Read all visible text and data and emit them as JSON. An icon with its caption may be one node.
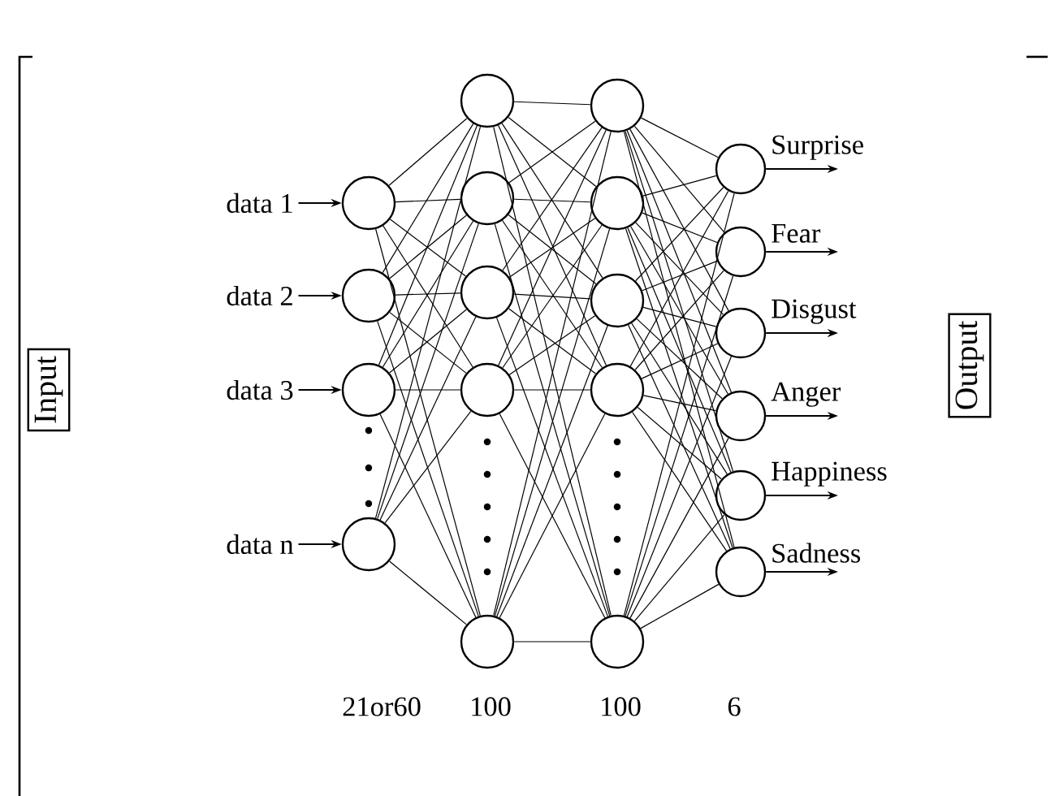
{
  "diagram": {
    "nodes": [
      {
        "text": [
          "Input"
        ]
      },
      {
        "text": [
          "data 1"
        ]
      },
      {
        "text": [
          "data 2"
        ]
      },
      {
        "text": [
          "data 3"
        ]
      },
      {
        "text": [
          "data n"
        ]
      },
      {
        "text": [],
        "shape": "circle"
      },
      {
        "text": [],
        "shape": "circle"
      },
      {
        "text": [],
        "shape": "circle"
      },
      {
        "text": [],
        "shape": "circle"
      },
      {
        "text": [],
        "shape": "circle"
      },
      {
        "text": [],
        "shape": "circle"
      },
      {
        "text": [],
        "shape": "circle"
      },
      {
        "text": [],
        "shape": "circle"
      },
      {
        "text": [],
        "shape": "circle"
      },
      {
        "text": [],
        "shape": "circle"
      },
      {
        "text": [],
        "shape": "circle"
      },
      {
        "text": [],
        "shape": "circle"
      },
      {
        "text": [],
        "shape": "circle"
      },
      {
        "text": [],
        "shape": "circle"
      },
      {
        "text": [],
        "shape": "circle",
        "beside": [
          "Surprise"
        ]
      },
      {
        "text": [],
        "shape": "circle",
        "beside": [
          "Fear"
        ]
      },
      {
        "text": [],
        "shape": "circle",
        "beside": [
          "Disgust"
        ]
      },
      {
        "text": [],
        "shape": "circle",
        "beside": [
          "Anger"
        ]
      },
      {
        "text": [],
        "shape": "circle",
        "beside": [
          "Happiness"
        ]
      },
      {
        "text": [],
        "shape": "circle",
        "beside": [
          "Sadness"
        ]
      },
      {
        "text": [
          "Output"
        ]
      }
    ],
    "edges": [
      {
        "from": 1,
        "to": 5,
        "arrow": "to"
      },
      {
        "from": 2,
        "to": 6,
        "arrow": "to"
      },
      {
        "from": 3,
        "to": 7,
        "arrow": "to"
      },
      {
        "from": 4,
        "to": 8,
        "arrow": "to"
      },
      {
        "from": 5,
        "to": 9,
        "arrow": "none"
      },
      {
        "from": 5,
        "to": 10,
        "arrow": "none"
      },
      {
        "from": 5,
        "to": 11,
        "arrow": "none"
      },
      {
        "from": 5,
        "to": 12,
        "arrow": "none"
      },
      {
        "from": 5,
        "to": 13,
        "arrow": "none"
      },
      {
        "from": 6,
        "to": 9,
        "arrow": "none"
      },
      {
        "from": 6,
        "to": 10,
        "arrow": "none"
      },
      {
        "from": 6,
        "to": 11,
        "arrow": "none"
      },
      {
        "from": 6,
        "to": 12,
        "arrow": "none"
      },
      {
        "from": 6,
        "to": 13,
        "arrow": "none"
      },
      {
        "from": 7,
        "to": 9,
        "arrow": "none"
      },
      {
        "from": 7,
        "to": 10,
        "arrow": "none"
      },
      {
        "from": 7,
        "to": 11,
        "arrow": "none"
      },
      {
        "from": 7,
        "to": 12,
        "arrow": "none"
      },
      {
        "from": 7,
        "to": 13,
        "arrow": "none"
      },
      {
        "from": 8,
        "to": 9,
        "arrow": "none"
      },
      {
        "from": 8,
        "to": 10,
        "arrow": "none"
      },
      {
        "from": 8,
        "to": 11,
        "arrow": "none"
      },
      {
        "from": 8,
        "to": 12,
        "arrow": "none"
      },
      {
        "from": 8,
        "to": 13,
        "arrow": "none"
      },
      {
        "from": 9,
        "to": 14,
        "arrow": "none"
      },
      {
        "from": 9,
        "to": 15,
        "arrow": "none"
      },
      {
        "from": 9,
        "to": 16,
        "arrow": "none"
      },
      {
        "from": 9,
        "to": 17,
        "arrow": "none"
      },
      {
        "from": 9,
        "to": 18,
        "arrow": "none"
      },
      {
        "from": 10,
        "to": 14,
        "arrow": "none"
      },
      {
        "from": 10,
        "to": 15,
        "arrow": "none"
      },
      {
        "from": 10,
        "to": 16,
        "arrow": "none"
      },
      {
        "from": 10,
        "to": 17,
        "arrow": "none"
      },
      {
        "from": 10,
        "to": 18,
        "arrow": "none"
      },
      {
        "from": 11,
        "to": 14,
        "arrow": "none"
      },
      {
        "from": 11,
        "to": 15,
        "arrow": "none"
      },
      {
        "from": 11,
        "to": 16,
        "arrow": "none"
      },
      {
        "from": 11,
        "to": 17,
        "arrow": "none"
      },
      {
        "from": 11,
        "to": 18,
        "arrow": "none"
      },
      {
        "from": 12,
        "to": 14,
        "arrow": "none"
      },
      {
        "from": 12,
        "to": 15,
        "arrow": "none"
      },
      {
        "from": 12,
        "to": 16,
        "arrow": "none"
      },
      {
        "from": 12,
        "to": 17,
        "arrow": "none"
      },
      {
        "from": 12,
        "to": 18,
        "arrow": "none"
      },
      {
        "from": 13,
        "to": 14,
        "arrow": "none"
      },
      {
        "from": 13,
        "to": 15,
        "arrow": "none"
      },
      {
        "from": 13,
        "to": 16,
        "arrow": "none"
      },
      {
        "from": 13,
        "to": 17,
        "arrow": "none"
      },
      {
        "from": 13,
        "to": 18,
        "arrow": "none"
      },
      {
        "from": 14,
        "to": 19,
        "arrow": "none"
      },
      {
        "from": 14,
        "to": 20,
        "arrow": "none"
      },
      {
        "from": 14,
        "to": 21,
        "arrow": "none"
      },
      {
        "from": 14,
        "to": 22,
        "arrow": "none"
      },
      {
        "from": 14,
        "to": 23,
        "arrow": "none"
      },
      {
        "from": 14,
        "to": 24,
        "arrow": "none"
      },
      {
        "from": 15,
        "to": 19,
        "arrow": "none"
      },
      {
        "from": 15,
        "to": 20,
        "arrow": "none"
      },
      {
        "from": 15,
        "to": 21,
        "arrow": "none"
      },
      {
        "from": 15,
        "to": 22,
        "arrow": "none"
      },
      {
        "from": 15,
        "to": 23,
        "arrow": "none"
      },
      {
        "from": 15,
        "to": 24,
        "arrow": "none"
      },
      {
        "from": 16,
        "to": 19,
        "arrow": "none"
      },
      {
        "from": 16,
        "to": 20,
        "arrow": "none"
      },
      {
        "from": 16,
        "to": 21,
        "arrow": "none"
      },
      {
        "from": 16,
        "to": 22,
        "arrow": "none"
      },
      {
        "from": 16,
        "to": 23,
        "arrow": "none"
      },
      {
        "from": 16,
        "to": 24,
        "arrow": "none"
      },
      {
        "from": 17,
        "to": 19,
        "arrow": "none"
      },
      {
        "from": 17,
        "to": 20,
        "arrow": "none"
      },
      {
        "from": 17,
        "to": 21,
        "arrow": "none"
      },
      {
        "from": 17,
        "to": 22,
        "arrow": "none"
      },
      {
        "from": 17,
        "to": 23,
        "arrow": "none"
      },
      {
        "from": 17,
        "to": 24,
        "arrow": "none"
      },
      {
        "from": 18,
        "to": 19,
        "arrow": "none"
      },
      {
        "from": 18,
        "to": 20,
        "arrow": "none"
      },
      {
        "from": 18,
        "to": 21,
        "arrow": "none"
      },
      {
        "from": 18,
        "to": 22,
        "arrow": "none"
      },
      {
        "from": 18,
        "to": 23,
        "arrow": "none"
      },
      {
        "from": 18,
        "to": 24,
        "arrow": "none"
      },
      {
        "from": 19,
        "to": null,
        "arrow": "to"
      },
      {
        "from": 20,
        "to": null,
        "arrow": "to"
      },
      {
        "from": 21,
        "to": null,
        "arrow": "to"
      },
      {
        "from": 22,
        "to": null,
        "arrow": "to"
      },
      {
        "from": 23,
        "to": null,
        "arrow": "to"
      },
      {
        "from": 24,
        "to": null,
        "arrow": "to"
      }
    ],
    "labels": [
      "21or60",
      "100",
      "100",
      "6"
    ]
  }
}
